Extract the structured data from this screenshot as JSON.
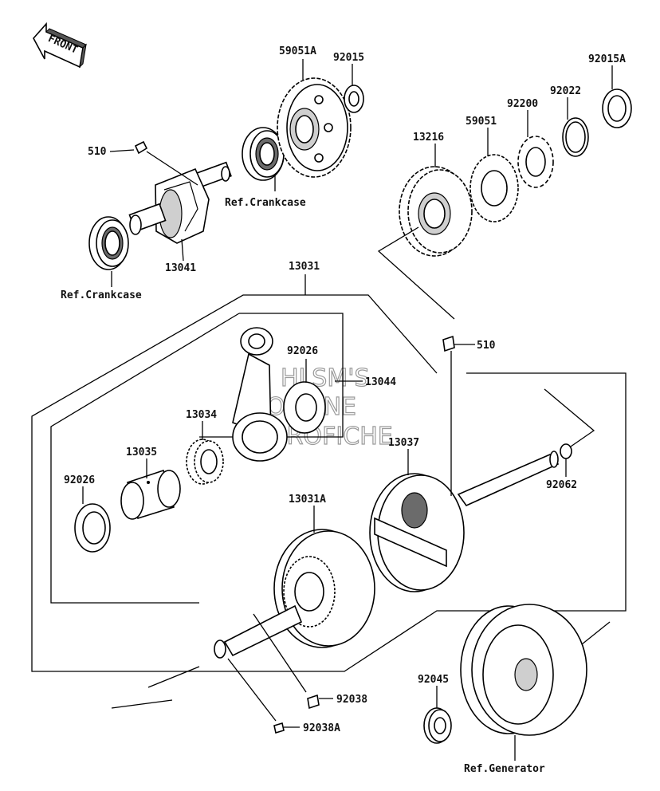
{
  "front_label": "FRONT",
  "watermark": [
    "HLSM'S",
    "ONLINE",
    "MICROFICHE"
  ],
  "labels": {
    "p59051A": "59051A",
    "p92015": "92015",
    "p92015A": "92015A",
    "p92022": "92022",
    "p92200": "92200",
    "p59051": "59051",
    "p13216": "13216",
    "p510_top": "510",
    "ref_crankcase_1": "Ref.Crankcase",
    "p13041": "13041",
    "ref_crankcase_2": "Ref.Crankcase",
    "p13031": "13031",
    "p510_mid": "510",
    "p92026_top": "92026",
    "p13044": "13044",
    "p13034": "13034",
    "p13035": "13035",
    "p92026_left": "92026",
    "p13037": "13037",
    "p92062": "92062",
    "p13031A": "13031A",
    "p92038": "92038",
    "p92038A": "92038A",
    "p92045": "92045",
    "ref_generator": "Ref.Generator"
  }
}
